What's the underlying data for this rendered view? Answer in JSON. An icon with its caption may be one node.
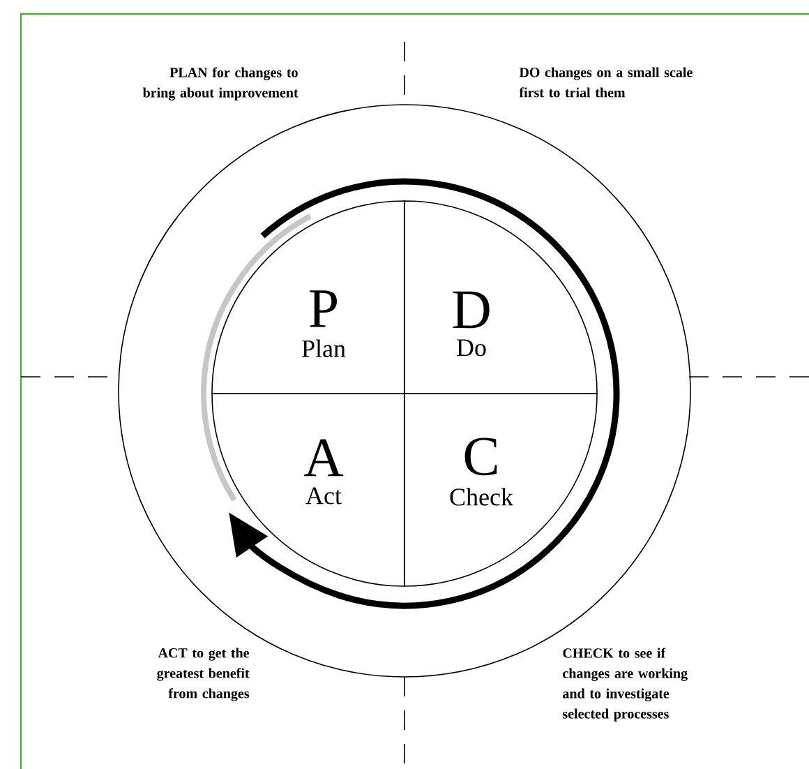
{
  "diagram": {
    "nodes": [
      {
        "text": [
          "P",
          "Plan"
        ]
      },
      {
        "text": [
          "D",
          "Do"
        ]
      },
      {
        "text": [
          "A",
          "Act"
        ]
      },
      {
        "text": [
          "C",
          "Check"
        ]
      }
    ],
    "labels": [
      "PLAN for changes to bring about improvement",
      "DO changes on a small scale first to trial them",
      "ACT to get the greatest benefit from changes",
      "CHECK to see if changes are working and to investigate selected processes"
    ]
  }
}
